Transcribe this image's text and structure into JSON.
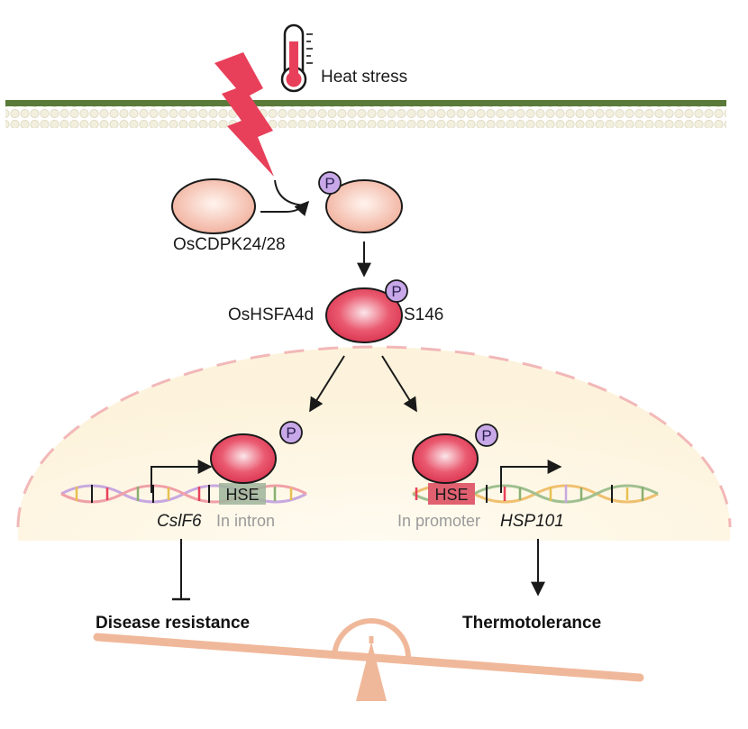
{
  "labels": {
    "heat_stress": "Heat stress",
    "kinase": "OsCDPK24/28",
    "hsf": "OsHSFA4d",
    "site": "S146",
    "phospho": "P",
    "hse": "HSE",
    "in_intron": "In intron",
    "in_promoter": "In promoter",
    "gene_left": "CslF6",
    "gene_right": "HSP101",
    "outcome_left": "Disease resistance",
    "outcome_right": "Thermotolerance"
  },
  "colors": {
    "membrane_line": "#5a7a3a",
    "lightning": "#e8405a",
    "kinase_fill": "#f2b8a6",
    "hsf_fill": "#e8405a",
    "phospho_fill": "#c8a8e8",
    "hse_left": "#9fb49a",
    "hse_right": "#e06070",
    "nucleus_dash": "#f2b8b8",
    "balance": "#f0b89a"
  }
}
